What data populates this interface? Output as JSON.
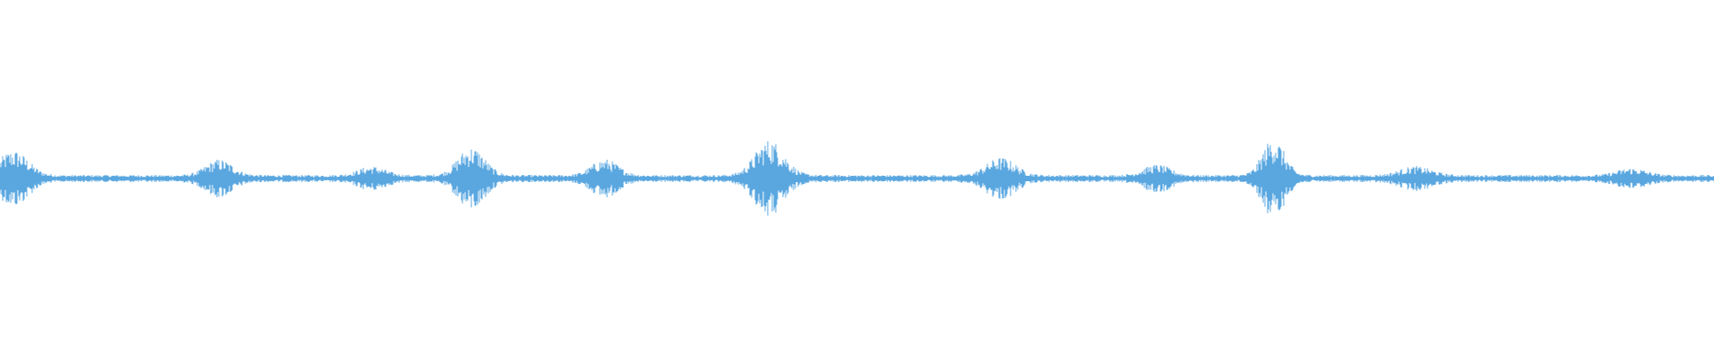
{
  "waveform": {
    "color": "#5aa7e0",
    "background": "#ffffff",
    "baseline_amplitude": 0.02,
    "bursts": [
      {
        "position": 0.008,
        "amplitude": 0.14,
        "width": 0.012
      },
      {
        "position": 0.128,
        "amplitude": 0.09,
        "width": 0.011
      },
      {
        "position": 0.217,
        "amplitude": 0.05,
        "width": 0.011
      },
      {
        "position": 0.275,
        "amplitude": 0.16,
        "width": 0.011
      },
      {
        "position": 0.353,
        "amplitude": 0.09,
        "width": 0.011
      },
      {
        "position": 0.449,
        "amplitude": 0.2,
        "width": 0.012
      },
      {
        "position": 0.584,
        "amplitude": 0.1,
        "width": 0.012
      },
      {
        "position": 0.675,
        "amplitude": 0.06,
        "width": 0.011
      },
      {
        "position": 0.743,
        "amplitude": 0.21,
        "width": 0.009
      },
      {
        "position": 0.826,
        "amplitude": 0.05,
        "width": 0.013
      },
      {
        "position": 0.952,
        "amplitude": 0.04,
        "width": 0.012
      }
    ]
  }
}
